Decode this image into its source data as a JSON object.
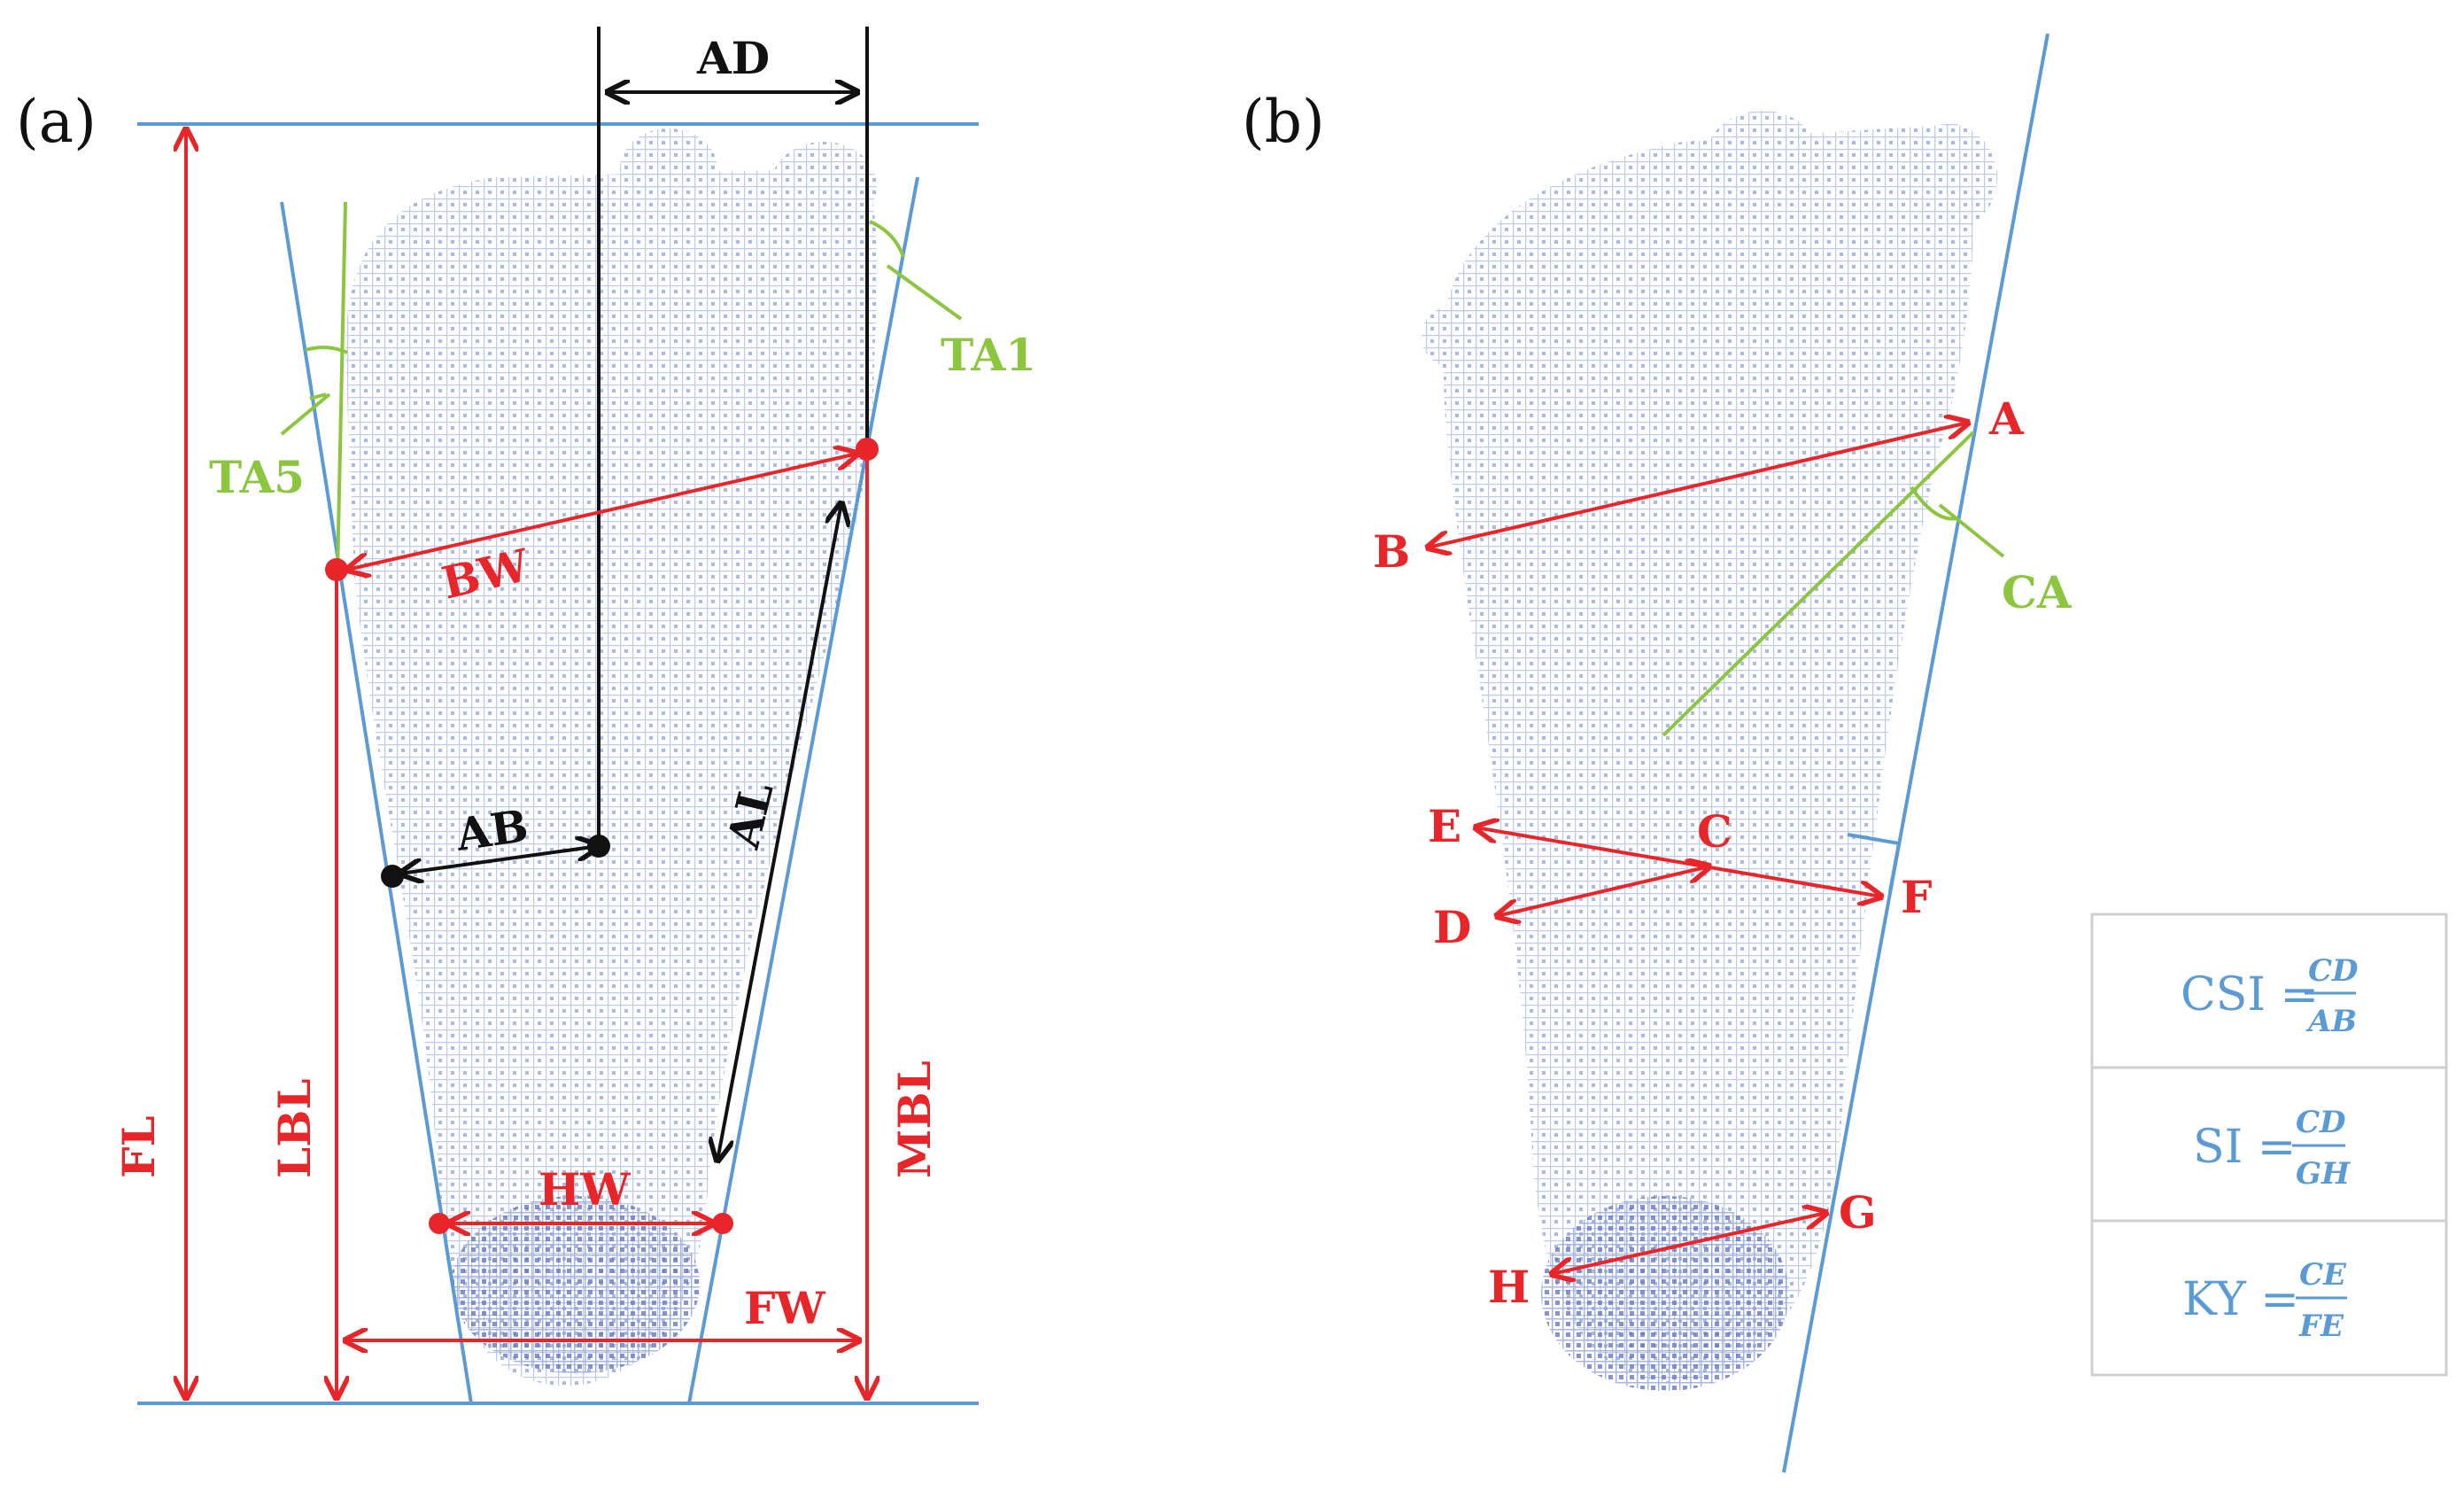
{
  "panels": {
    "a": "(a)",
    "b": "(b)"
  },
  "labels_a": {
    "AD": "AD",
    "TA1": "TA1",
    "TA5": "TA5",
    "BW": "BW",
    "AB": "AB",
    "AL": "AL",
    "FL": "FL",
    "LBL": "LBL",
    "MBL": "MBL",
    "HW": "HW",
    "FW": "FW"
  },
  "labels_b": {
    "A": "A",
    "B": "B",
    "CA": "CA",
    "C": "C",
    "D": "D",
    "E": "E",
    "F": "F",
    "G": "G",
    "H": "H"
  },
  "formulas": [
    {
      "lhs": "CSI =",
      "num": "CD",
      "den": "AB"
    },
    {
      "lhs": "SI =",
      "num": "CD",
      "den": "GH"
    },
    {
      "lhs": "KY =",
      "num": "CE",
      "den": "FE"
    }
  ],
  "colors": {
    "measure": "#e8262a",
    "reference": "#5b9bd5",
    "angle": "#8cc63f",
    "internal": "#111111",
    "formula": "#5b9bd5"
  }
}
